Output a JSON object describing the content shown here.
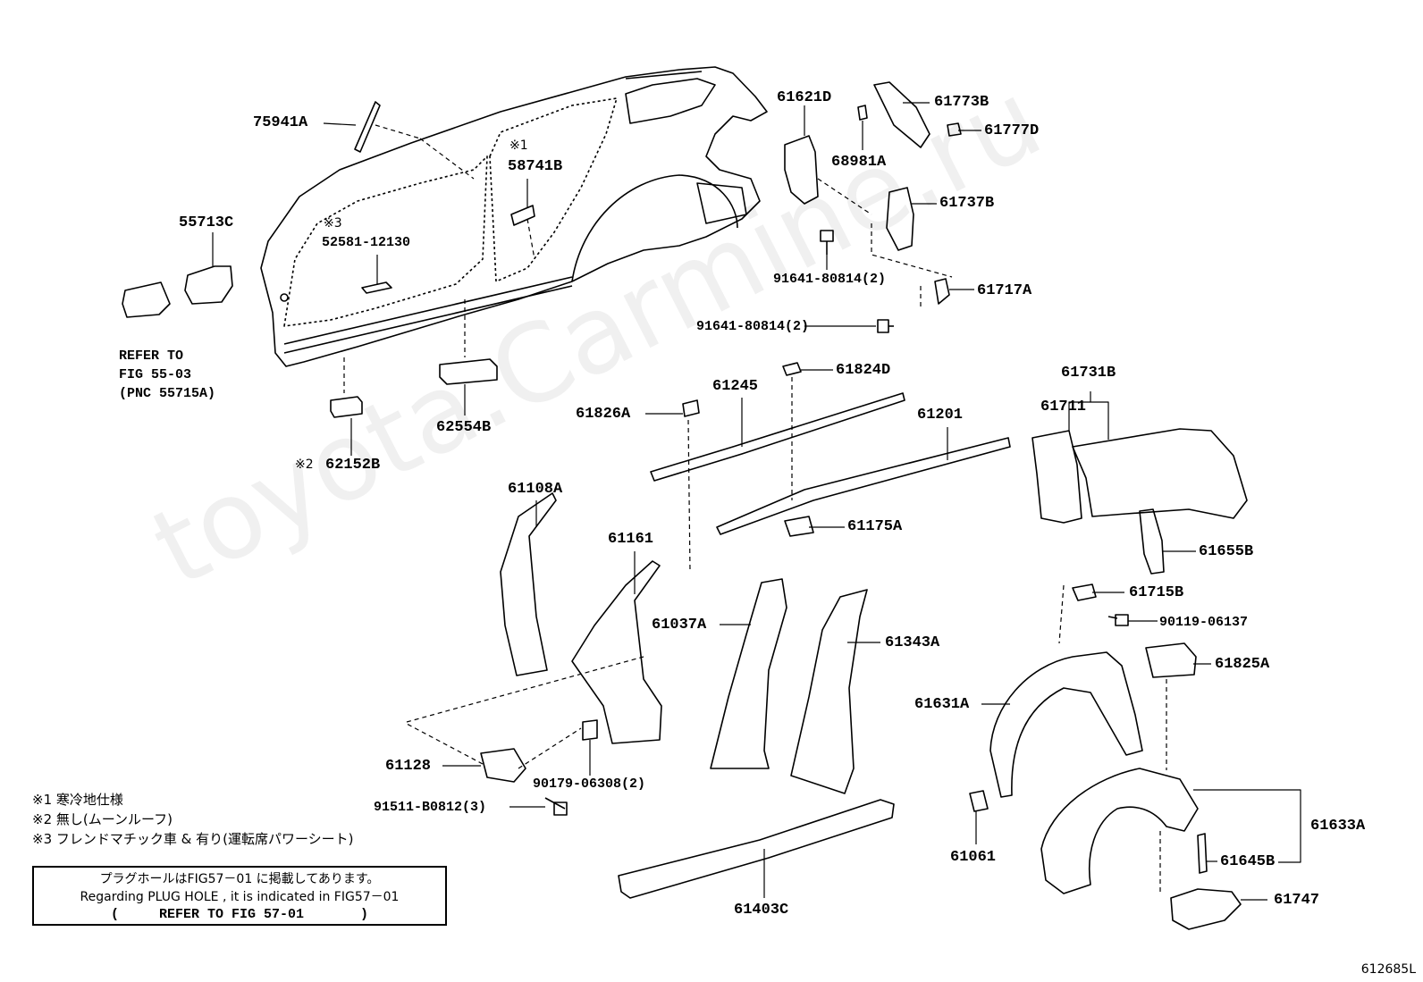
{
  "watermark": "toyota.Carmine.ru",
  "figure_id": "612685L",
  "labels": {
    "p75941A": "75941A",
    "p55713C": "55713C",
    "p58741B": "58741B",
    "p52581": "52581-12130",
    "p62554B": "62554B",
    "p62152B": "62152B",
    "p61621D": "61621D",
    "p61773B": "61773B",
    "p61777D": "61777D",
    "p68981A": "68981A",
    "p61737B": "61737B",
    "p91641a": "91641-80814(2)",
    "p61717A": "61717A",
    "p91641b": "91641-80814(2)",
    "p61824D": "61824D",
    "p61245": "61245",
    "p61826A": "61826A",
    "p61201": "61201",
    "p61731B": "61731B",
    "p61711": "61711",
    "p61175A": "61175A",
    "p61108A": "61108A",
    "p61161": "61161",
    "p61655B": "61655B",
    "p61715B": "61715B",
    "p90119": "90119-06137",
    "p61037A": "61037A",
    "p61343A": "61343A",
    "p61825A": "61825A",
    "p61631A": "61631A",
    "p61128": "61128",
    "p90179": "90179-06308(2)",
    "p91511": "91511-B0812(3)",
    "p61633A": "61633A",
    "p61061": "61061",
    "p61645B": "61645B",
    "p61747": "61747",
    "p61403C": "61403C"
  },
  "marks": {
    "m1": "※1",
    "m2": "※2",
    "m3": "※3"
  },
  "refer": {
    "line1": "REFER TO",
    "line2": "FIG 55-03",
    "line3": "(PNC 55715A)"
  },
  "notes": {
    "n1": "※1 寒冷地仕様",
    "n2": "※2 無し(ムーンルーフ)",
    "n3": "※3 フレンドマチック車 & 有り(運転席パワーシート)"
  },
  "plug": {
    "jp": "プラグホールはFIG57－01 に掲載してあります。",
    "en": "Regarding PLUG HOLE , it is indicated in FIG57－01",
    "ref": "(     REFER TO FIG 57-01       )"
  }
}
